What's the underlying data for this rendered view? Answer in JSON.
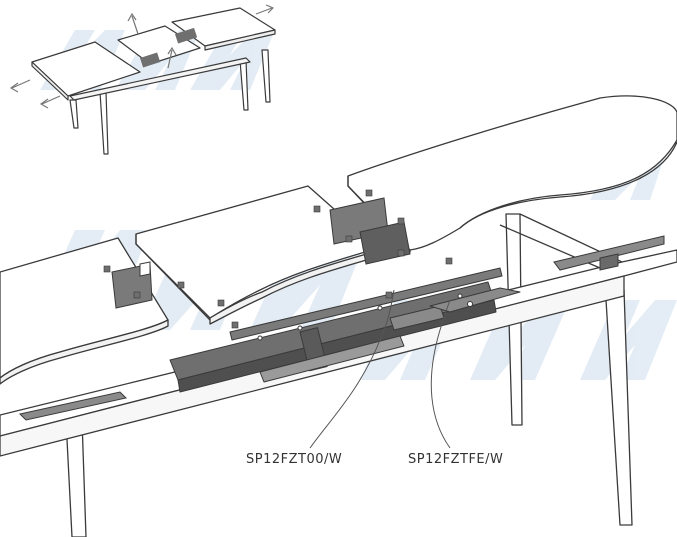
{
  "callouts": [
    {
      "label": "SP12FZT00/W"
    },
    {
      "label": "SP12FZTFE/W"
    }
  ],
  "watermark": "MMM",
  "colors": {
    "outline": "#3a3a3a",
    "table_top": "#ffffff",
    "hardware": "#6f6f6f",
    "hardware_dark": "#4f4f4f",
    "watermark": "#dbe7f3",
    "arrow": "#777777"
  }
}
